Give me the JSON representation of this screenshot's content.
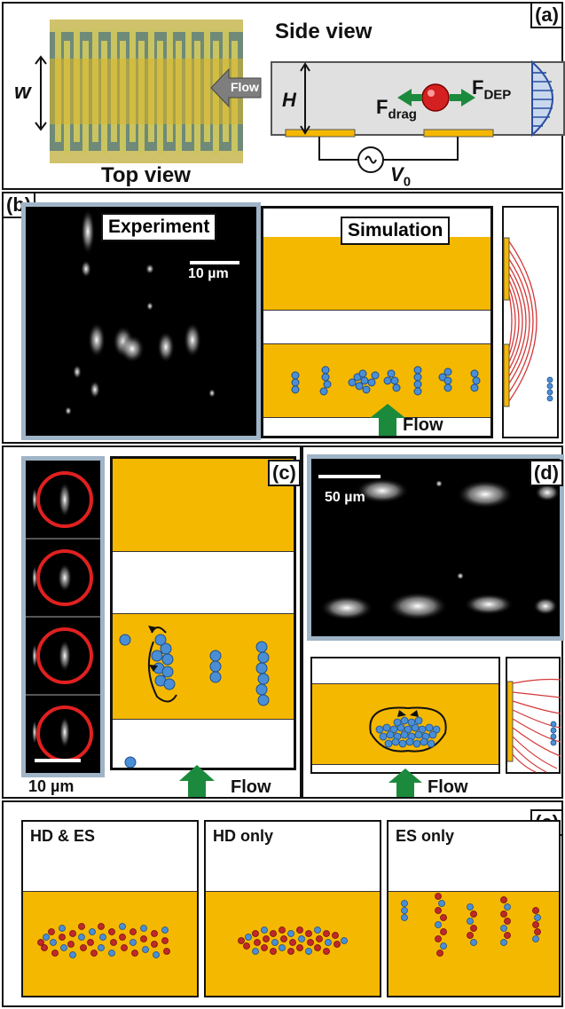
{
  "panel_a": {
    "label": "(a)",
    "top_view_caption": "Top view",
    "side_view_caption": "Side view",
    "w_label": "w",
    "flow_arrow_label": "Flow",
    "h_label": "H",
    "fdrag_base": "F",
    "fdrag_sub": "drag",
    "fdep_base": "F",
    "fdep_sub": "DEP",
    "v_base": "V",
    "v_sub": "0"
  },
  "panel_b": {
    "label": "(b)",
    "experiment_caption": "Experiment",
    "scalebar": "10 µm",
    "simulation_caption": "Simulation",
    "flow_label": "Flow"
  },
  "panel_c": {
    "label": "(c)",
    "scalebar": "10 µm",
    "flow_label": "Flow"
  },
  "panel_d": {
    "label": "(d)",
    "scalebar": "50 µm",
    "flow_label": "Flow"
  },
  "panel_e": {
    "label": "(e)",
    "columns": [
      "HD & ES",
      "HD only",
      "ES only"
    ]
  },
  "colors": {
    "electrode_yellow": "#f5b800",
    "particle_blue": "#4a8fd6",
    "particle_red": "#c0282a",
    "field_line_red": "#d43a3a",
    "arrow_green": "#1c8a3c",
    "frame_blue_grey": "#9fb4c6"
  }
}
